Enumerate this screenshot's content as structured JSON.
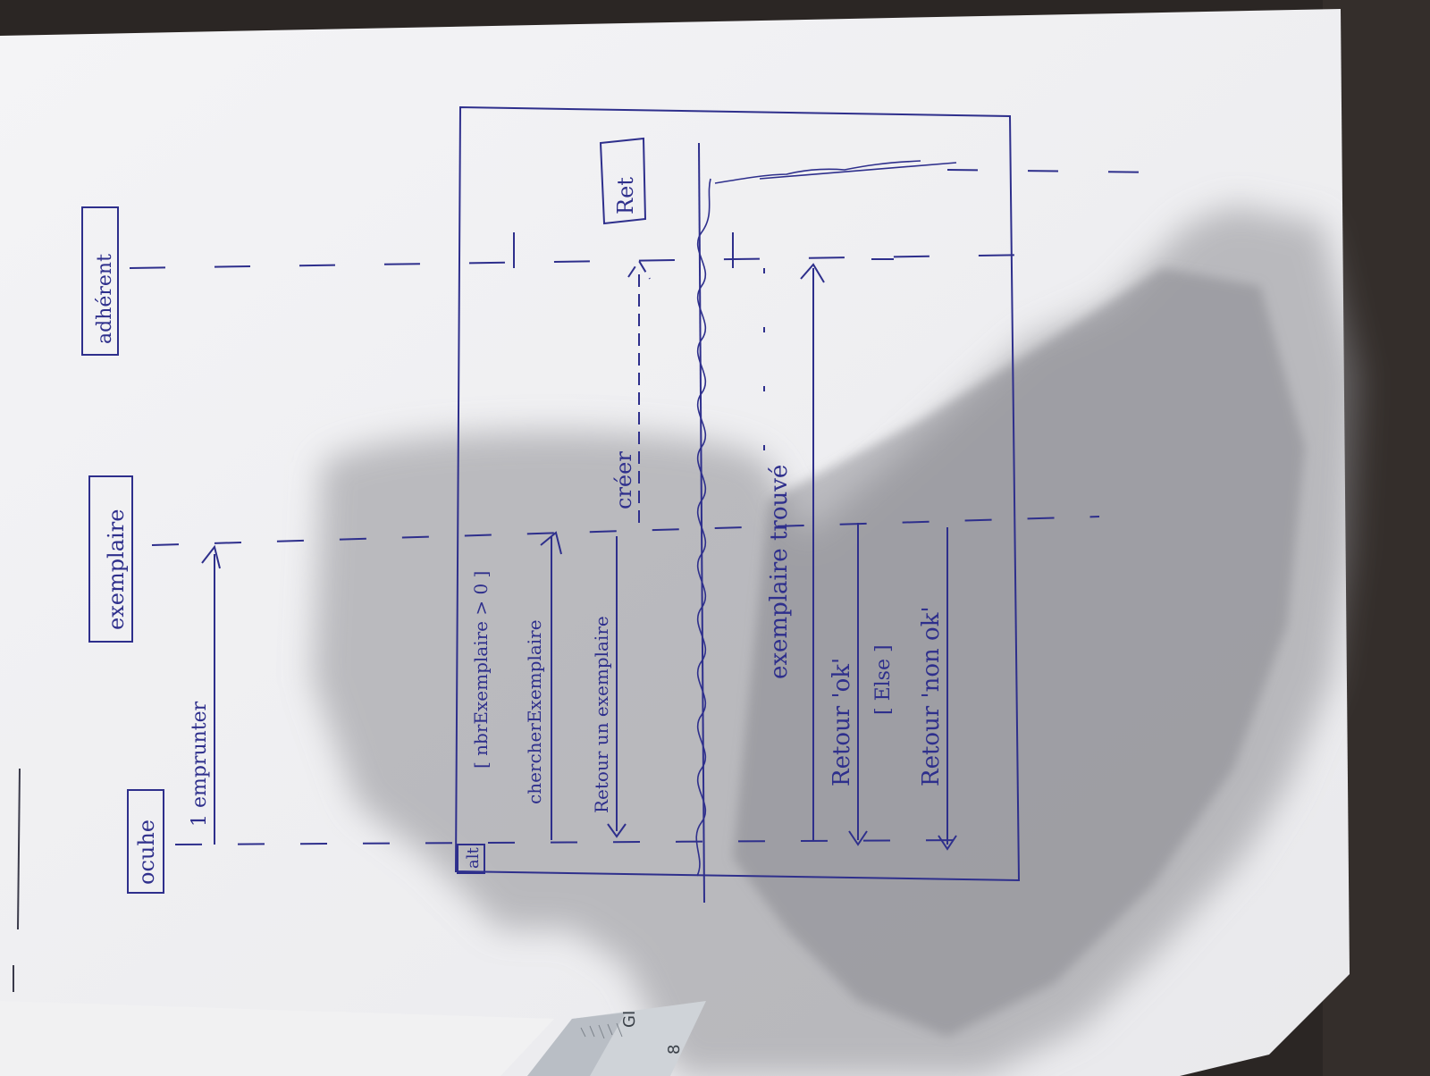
{
  "colors": {
    "ink": "#2e2f8c",
    "paper": "#f3f3f4",
    "table": "#2a2523",
    "shadow": "#8e8e94"
  },
  "diagram": {
    "lifelines": {
      "a": "ocuhe",
      "b": "exemplaire",
      "c": "adhérent"
    },
    "messages": {
      "m1": "1 emprunter",
      "m2": "[ nbrExemplaire > 0 ]",
      "m3": "chercherExemplaire",
      "m4": "Retour un exemplaire",
      "m5": "créer",
      "m6": "Ret",
      "m7": "exemplaire trouvé",
      "m8": "Retour 'ok'",
      "m9": "[ Else ]",
      "m10": "Retour 'non ok'"
    },
    "fragment_operator": "alt"
  },
  "ruler_text": {
    "r1": "GI",
    "r2": "8"
  }
}
